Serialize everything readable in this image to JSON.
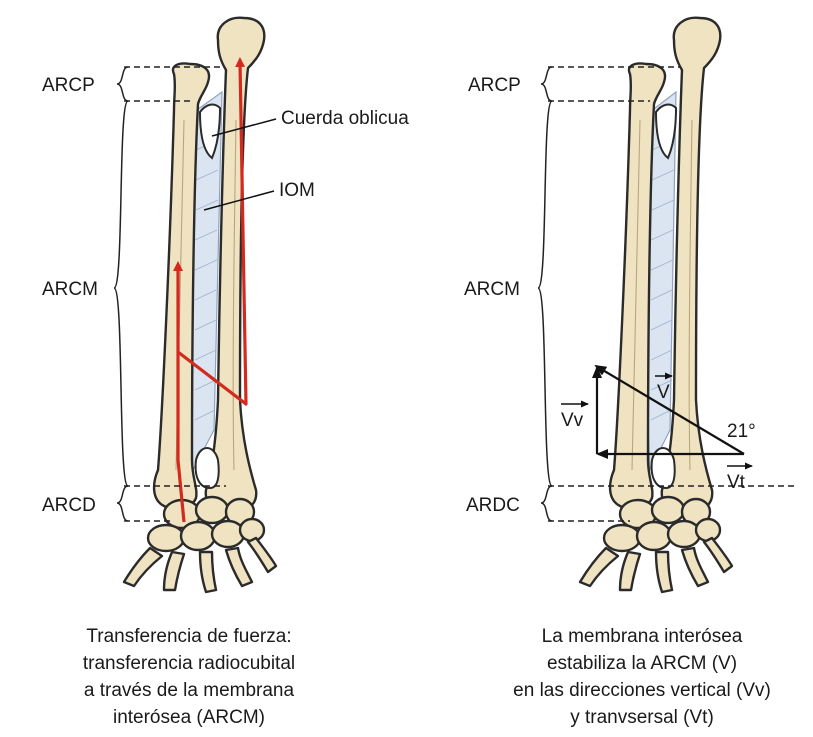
{
  "left_panel": {
    "segment_labels": [
      "ARCP",
      "ARCM",
      "ARCD"
    ],
    "callouts": [
      "Cuerda oblicua",
      "IOM"
    ],
    "caption_lines": [
      "Transferencia de fuerza:",
      "transferencia radiocubital",
      "a través de la membrana",
      "interósea (ARCM)"
    ]
  },
  "right_panel": {
    "segment_labels": [
      "ARCP",
      "ARCM",
      "ARDC"
    ],
    "vector_labels": [
      "V",
      "Vv",
      "Vt"
    ],
    "angle_label": "21°",
    "caption_lines": [
      "La membrana interósea",
      "estabiliza la ARCM (V)",
      "en las direcciones vertical (Vv)",
      "y tranvsersal (Vt)"
    ]
  },
  "colors": {
    "bone_fill": "#efe3c1",
    "membrane_fill": "#dbe5f1",
    "force_arrow": "#d42a1e",
    "line": "#222222"
  }
}
